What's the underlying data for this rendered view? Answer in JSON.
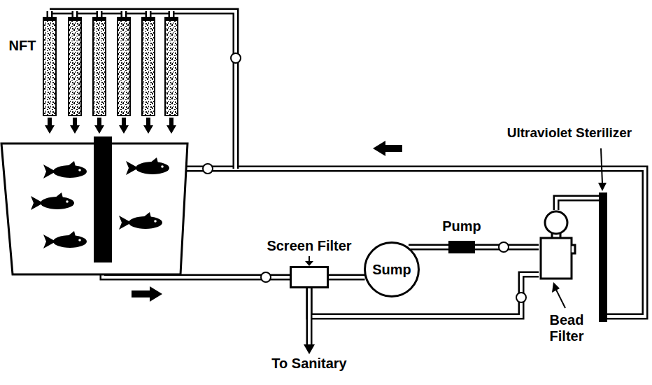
{
  "diagram": {
    "nodes": [
      {
        "text": [
          "Screen Filter"
        ]
      },
      {
        "text": [
          "Sump"
        ]
      },
      {
        "text": [
          "Pump"
        ]
      },
      {
        "text": [
          "Bead Filter"
        ]
      },
      {
        "text": [
          "Ultraviolet Sterilizer"
        ]
      }
    ],
    "edges": [
      {
        "from": 0,
        "to": 1,
        "arrow": "none"
      },
      {
        "from": 1,
        "to": 2,
        "arrow": "none"
      },
      {
        "from": 2,
        "to": 3,
        "arrow": "none"
      },
      {
        "from": 3,
        "to": 4,
        "arrow": "none"
      },
      {
        "from": 3,
        "to": 0,
        "arrow": "none"
      }
    ],
    "labels": [
      "NFT",
      "To Sanitary"
    ]
  }
}
